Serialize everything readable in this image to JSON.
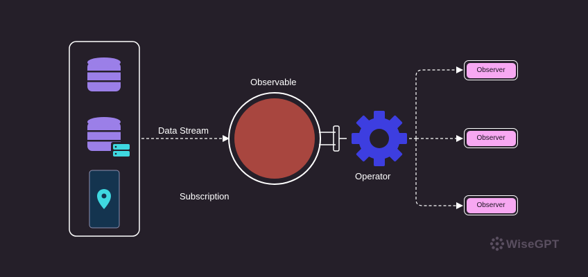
{
  "labels": {
    "data_stream": "Data Stream",
    "subscription": "Subscription",
    "observable": "Observable",
    "operator": "Operator"
  },
  "observers": [
    "Observer",
    "Observer",
    "Observer"
  ],
  "brand": "WiseGPT",
  "colors": {
    "background": "#251f29",
    "database": "#9b7fe8",
    "database_stripe": "#251f29",
    "observable_fill": "#a8463f",
    "gear": "#3d3ee0",
    "observer_fill": "#f7a8f2",
    "phone_screen": "#14344f",
    "pin": "#3fd8e0",
    "line": "#ffffff"
  },
  "icons": [
    "database-icon",
    "database-server-icon",
    "phone-location-icon",
    "gear-icon",
    "brand-logo-icon"
  ]
}
